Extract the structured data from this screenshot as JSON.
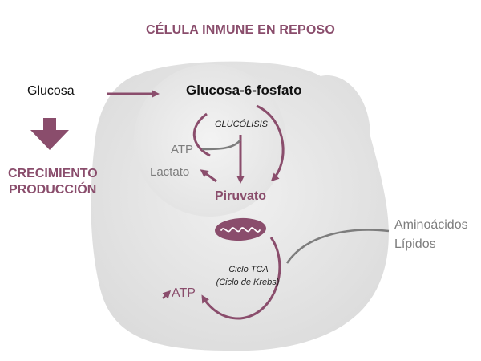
{
  "title": "CÉLULA INMUNE EN REPOSO",
  "inputs": {
    "glucose": "Glucosa",
    "amino_acids": "Aminoácidos",
    "lipids": "Lípidos"
  },
  "glycolysis": {
    "start": "Glucosa-6-fosfato",
    "label": "GLUCÓLISIS",
    "atp": "ATP",
    "lactate": "Lactato",
    "product": "Piruvato"
  },
  "outcome": {
    "line1": "CRECIMIENTO",
    "line2": "PRODUCCIÓN"
  },
  "tca": {
    "line1": "Ciclo TCA",
    "line2": "(Ciclo de Krebs)",
    "atp": "ATP"
  },
  "colors": {
    "accent": "#8a4d6c",
    "gray_text": "#7d7d7d",
    "cell_fill": "#e6e6e6",
    "inner_fill": "#ebebeb"
  }
}
